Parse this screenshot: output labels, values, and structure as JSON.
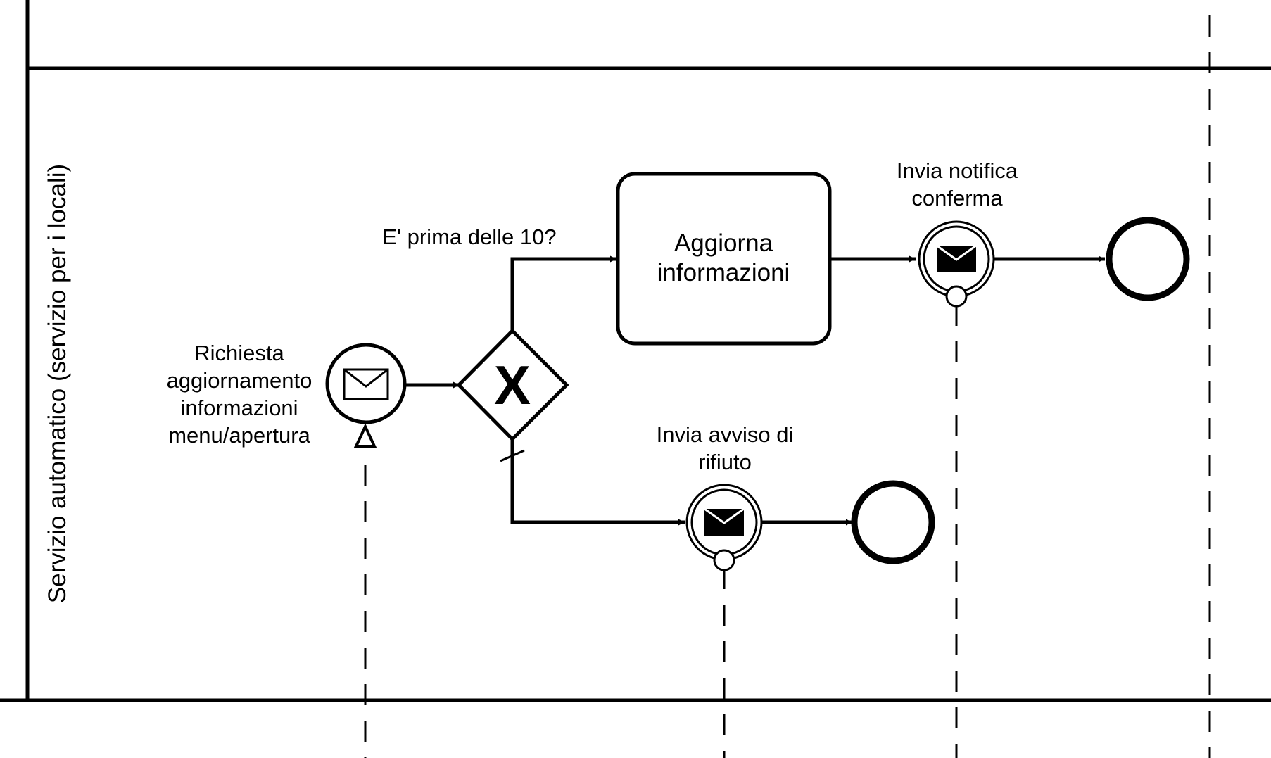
{
  "lane": {
    "label": "Servizio automatico (servizio per i locali)"
  },
  "start_event": {
    "label_lines": [
      "Richiesta",
      "aggiornamento",
      "informazioni",
      "menu/apertura"
    ],
    "icon": "envelope-icon"
  },
  "gateway": {
    "marker": "X",
    "type": "exclusive"
  },
  "flows": {
    "upper_condition": "E' prima delle 10?"
  },
  "task": {
    "label_lines": [
      "Aggiorna",
      "informazioni"
    ]
  },
  "confirm_event": {
    "label_lines": [
      "Invia notifica",
      "conferma"
    ],
    "icon": "envelope-filled-icon"
  },
  "reject_event": {
    "label_lines": [
      "Invia avviso di",
      "rifiuto"
    ],
    "icon": "envelope-filled-icon"
  },
  "colors": {
    "stroke": "#000000",
    "background": "#ffffff"
  }
}
